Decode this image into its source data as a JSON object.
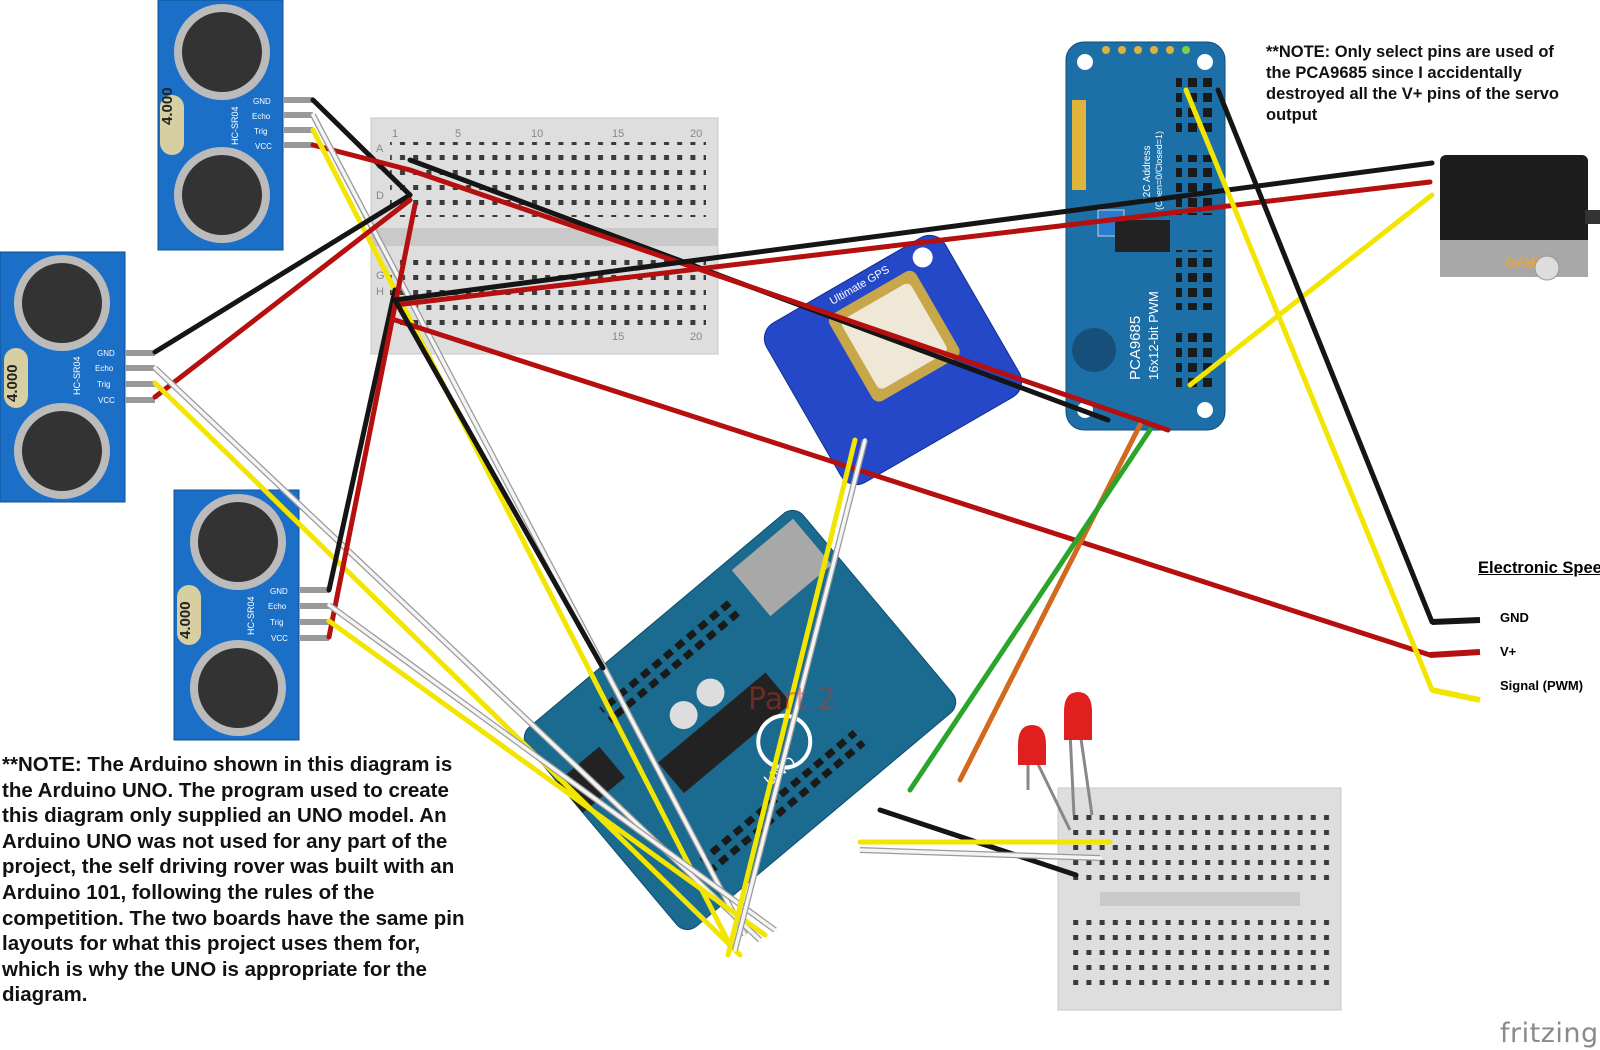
{
  "notes": {
    "arduino": "**NOTE: The Arduino shown in this diagram is the Arduino UNO. The program used to create this diagram only supplied an UNO model. An Arduino UNO was not used for any part of the project, the self driving rover was built with an Arduino 101, following the rules of the competition. The two boards have the same pin layouts for what this project uses them for, which is why the UNO is appropriate for the diagram.",
    "pca9685": "**NOTE: Only select pins are used of the PCA9685 since I accidentally destroyed all the V+ pins of the servo output"
  },
  "esc": {
    "title": "Electronic Speed Control",
    "gnd": "GND",
    "vplus": "V+",
    "signal": "Signal (PWM)"
  },
  "watermark": "Part 2",
  "brand": "fritzing",
  "wire_colors": {
    "black": "#151515",
    "red": "#b50f0f",
    "yellow": "#f2e600",
    "white": "#f4f4f4",
    "green": "#2aa52a",
    "orange": "#d2691e"
  }
}
